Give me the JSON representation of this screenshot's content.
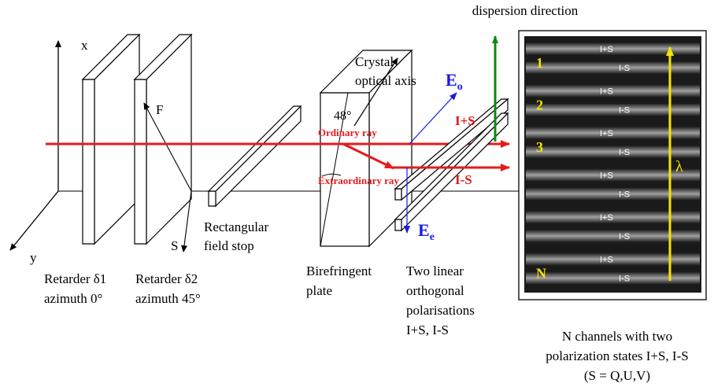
{
  "header": {
    "dispersion_label": "dispersion direction"
  },
  "axes": {
    "x": "x",
    "y": "y"
  },
  "retarders": [
    {
      "name": "Retarder  δ1",
      "azimuth": "azimuth 0°"
    },
    {
      "name": "Retarder  δ2",
      "azimuth": "azimuth 45°"
    }
  ],
  "vectors": {
    "fast": "F",
    "slow": "S"
  },
  "field_stop": {
    "line1": "Rectangular",
    "line2": "field stop"
  },
  "crystal": {
    "line1": "Crystal",
    "line2": "optical axis",
    "angle": "48°"
  },
  "beam": {
    "eo_base": "E",
    "eo_sub": "o",
    "ee_base": "E",
    "ee_sub": "e"
  },
  "rays": {
    "ordinary": "Ordinary ray",
    "extraordinary": "Extraordinary ray",
    "plus": "I+S",
    "minus": "I-S"
  },
  "plate": {
    "line1": "Birefringent",
    "line2": "plate"
  },
  "outputs": {
    "line1": "Two linear",
    "line2": "orthogonal",
    "line3": "polarisations",
    "line4": "I+S, I-S"
  },
  "detector": {
    "rows": [
      {
        "channel": "1",
        "plus": "I+S",
        "minus": "I-S"
      },
      {
        "channel": "2",
        "plus": "I+S",
        "minus": "I-S"
      },
      {
        "channel": "3",
        "plus": "I+S",
        "minus": "I-S"
      },
      {
        "channel": "",
        "plus": "I+S",
        "minus": "I-S"
      },
      {
        "channel": "",
        "plus": "I+S",
        "minus": "I-S"
      },
      {
        "channel": "N",
        "plus": "I+S",
        "minus": "I-S"
      }
    ],
    "wavelength": "λ"
  },
  "caption": {
    "line1": "N channels with two",
    "line2": "polarization states I+S, I-S",
    "line3": "(S = Q,U,V)"
  },
  "colors": {
    "beam_red": "#e41b1b",
    "axis_blue": "#1a1ae6",
    "dispersion_green": "#118811",
    "channel_yellow": "#f5e300"
  }
}
